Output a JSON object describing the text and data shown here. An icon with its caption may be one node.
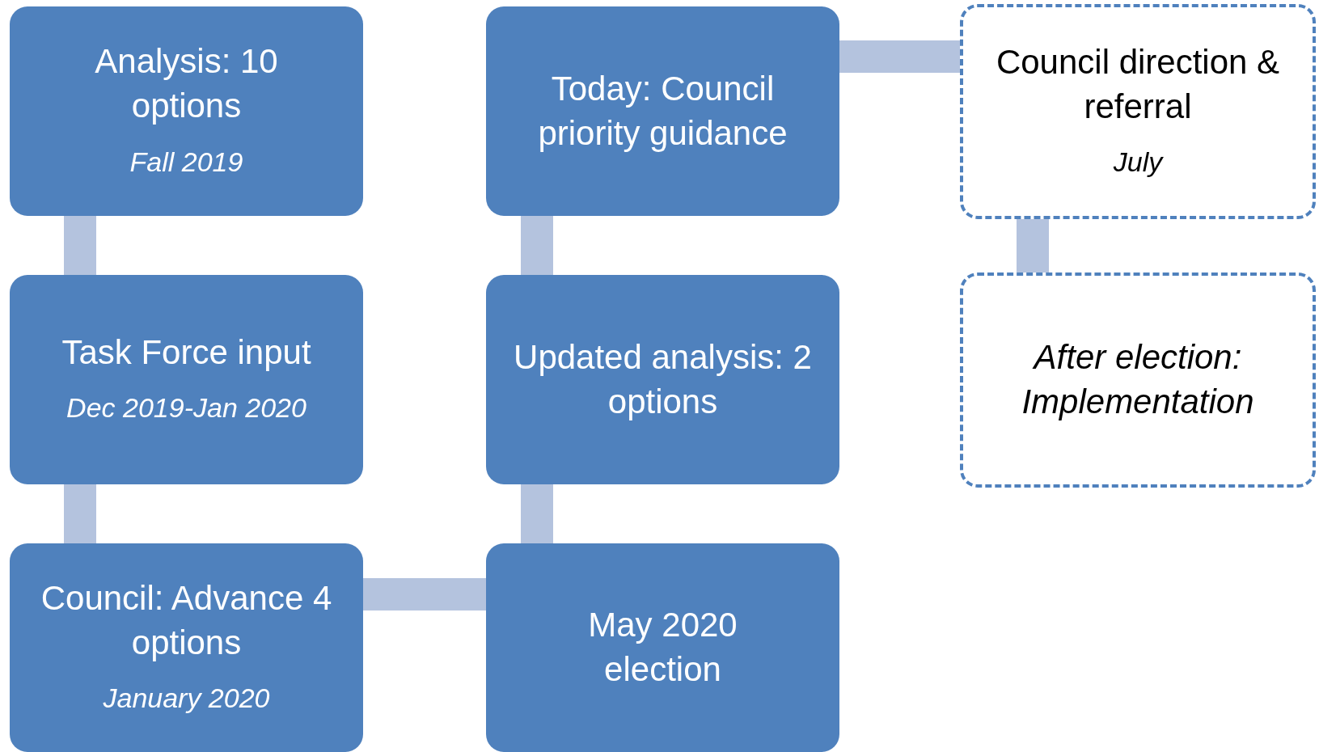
{
  "diagram": {
    "nodes": [
      {
        "text": [
          "Analysis: 10 options",
          "Fall 2019"
        ]
      },
      {
        "text": [
          "Task Force input",
          "Dec 2019-Jan 2020"
        ]
      },
      {
        "text": [
          "Council: Advance 4 options",
          "January 2020"
        ]
      },
      {
        "text": [
          "May 2020 election"
        ]
      },
      {
        "text": [
          "Updated analysis: 2 options"
        ]
      },
      {
        "text": [
          "Today: Council priority guidance"
        ]
      },
      {
        "text": [
          "Council direction & referral",
          "July"
        ]
      },
      {
        "text": [
          "After election: Implementation"
        ]
      }
    ],
    "edges": [
      {
        "from": 0,
        "to": 1,
        "arrow": "none"
      },
      {
        "from": 1,
        "to": 2,
        "arrow": "none"
      },
      {
        "from": 2,
        "to": 3,
        "arrow": "none"
      },
      {
        "from": 3,
        "to": 4,
        "arrow": "none"
      },
      {
        "from": 4,
        "to": 5,
        "arrow": "none"
      },
      {
        "from": 5,
        "to": 6,
        "arrow": "none"
      },
      {
        "from": 6,
        "to": 7,
        "arrow": "none"
      }
    ]
  }
}
